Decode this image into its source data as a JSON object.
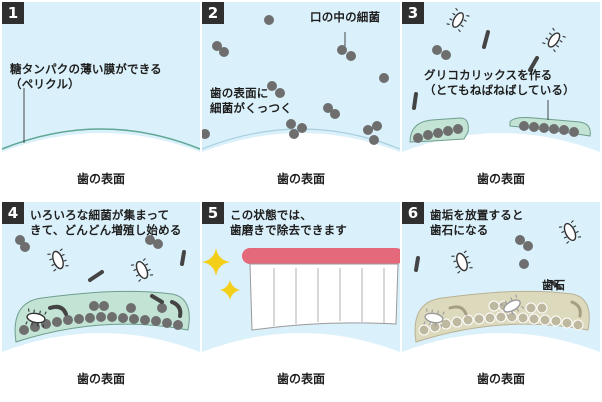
{
  "colors": {
    "background": "#daf0fa",
    "tooth": "#ffffff",
    "outline": "#a9cfdf",
    "bacteria": "#6e6e6e",
    "pellicle_line": "#5fa796",
    "biofilm": "#c3e4d5",
    "tartar": "#ddd9bd",
    "brush_head": "#e4697a",
    "sparkle": "#f4cf1a"
  },
  "panels": [
    {
      "number": "1",
      "caption": "糖タンパクの薄い膜ができる\n（ペリクル）",
      "tooth_label": "歯の表面"
    },
    {
      "number": "2",
      "caption_mouth": "口の中の細菌",
      "caption_surface": "歯の表面に\n細菌がくっつく",
      "tooth_label": "歯の表面"
    },
    {
      "number": "3",
      "caption": "グリコカリックスを作る\n（とてもねばねばしている）",
      "tooth_label": "歯の表面"
    },
    {
      "number": "4",
      "caption": "いろいろな細菌が集まって\nきて、どんどん増殖し始める",
      "tooth_label": "歯の表面"
    },
    {
      "number": "5",
      "caption": "この状態では、\n歯磨きで除去できます",
      "tooth_label": "歯の表面"
    },
    {
      "number": "6",
      "caption": "歯垢を放置すると\n歯石になる",
      "caption_tartar": "歯石",
      "tooth_label": "歯の表面"
    }
  ],
  "icons": [
    "bacteria-cocci-icon",
    "bacteria-rod-icon",
    "bacteria-spiky-icon",
    "sparkle-icon",
    "toothbrush-icon"
  ]
}
